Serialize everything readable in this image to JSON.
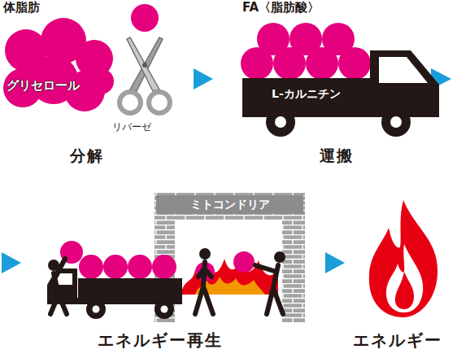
{
  "diagram": {
    "nodes": [
      {
        "text": [
          "体脂肪",
          "グリセロール"
        ]
      },
      {
        "text": [
          "L-カルニチン"
        ]
      },
      {
        "text": [
          "ミトコンドリア"
        ]
      }
    ],
    "labels": [
      "リパーゼ",
      "分解",
      "FA〈脂肪酸〉",
      "運搬",
      "エネルギー再生",
      "エネルギー"
    ]
  }
}
